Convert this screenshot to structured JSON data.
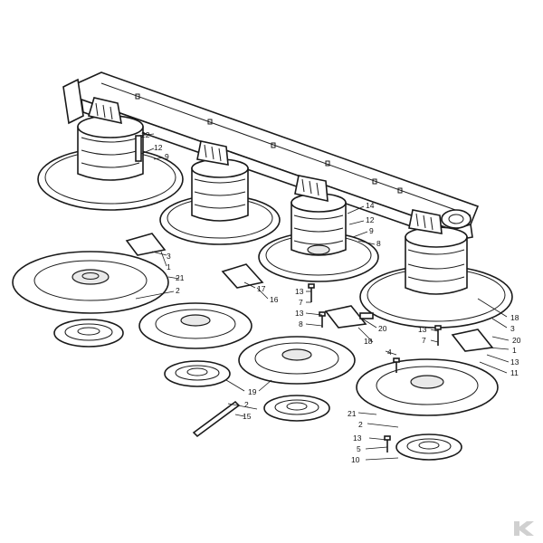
{
  "diagram": {
    "callouts": [
      "22",
      "12",
      "9",
      "3",
      "1",
      "17",
      "16",
      "21",
      "2",
      "14",
      "12",
      "9",
      "8",
      "13",
      "7",
      "13",
      "8",
      "18",
      "20",
      "4",
      "19",
      "2",
      "15",
      "13",
      "7",
      "18",
      "3",
      "20",
      "1",
      "13",
      "11",
      "21",
      "2",
      "13",
      "5",
      "10"
    ]
  },
  "brand": {
    "logo_icon": "kramp-k-logo-icon",
    "logo_color": "#d0d0d0"
  }
}
